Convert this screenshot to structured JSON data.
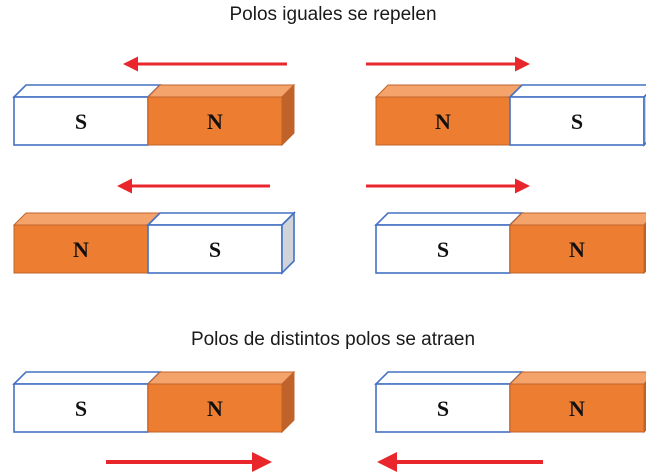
{
  "sections": [
    {
      "heading": "Polos iguales se repelen"
    },
    {
      "heading": "Polos de distintos polos se atraen"
    }
  ],
  "poles": {
    "south": "S",
    "north": "N"
  },
  "colors": {
    "north_front": "#ED7D31",
    "north_top": "#F4A36A",
    "north_side": "#C0632A",
    "south_front": "#FFFFFF",
    "south_end": "#D0D3D8",
    "outline": "#4472C4",
    "arrow": "#E8262B"
  },
  "magnet_rows": [
    {
      "magnets": [
        [
          "S",
          "N"
        ],
        [
          "N",
          "S"
        ]
      ],
      "arrows": [
        "left",
        "right"
      ]
    },
    {
      "magnets": [
        [
          "N",
          "S"
        ],
        [
          "S",
          "N"
        ]
      ],
      "arrows": [
        "left",
        "right"
      ]
    },
    {
      "magnets": [
        [
          "S",
          "N"
        ],
        [
          "S",
          "N"
        ]
      ],
      "arrows": [
        "right",
        "left"
      ]
    }
  ]
}
